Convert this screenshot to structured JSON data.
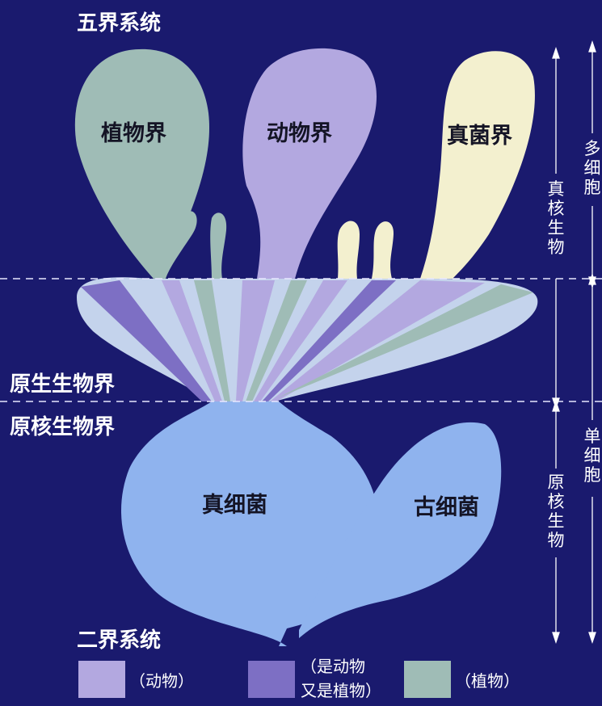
{
  "five_kingdom_title": "五界系统",
  "two_kingdom_title": "二界系统",
  "kingdoms": {
    "plant": "植物界",
    "animal": "动物界",
    "fungi": "真菌界",
    "protist": "原生生物界",
    "prokaryote": "原核生物界",
    "bacteria": "真细菌",
    "archaea": "古细菌"
  },
  "side_labels": {
    "eukaryote": "真核生物",
    "prokaryote": "原核生物",
    "multicellular": "多细胞",
    "unicellular": "单细胞"
  },
  "legend": {
    "animal": "（动物）",
    "both_line1": "（是动物",
    "both_line2": "又是植物）",
    "plant": "（植物）"
  },
  "colors": {
    "background": "#1a1a6e",
    "plant": "#9fbcb6",
    "animal": "#b3a8e0",
    "both": "#7d6fc4",
    "fungi": "#f3f0cf",
    "bacteria": "#8fb3ee",
    "protist_light": "#c4d3ec"
  }
}
